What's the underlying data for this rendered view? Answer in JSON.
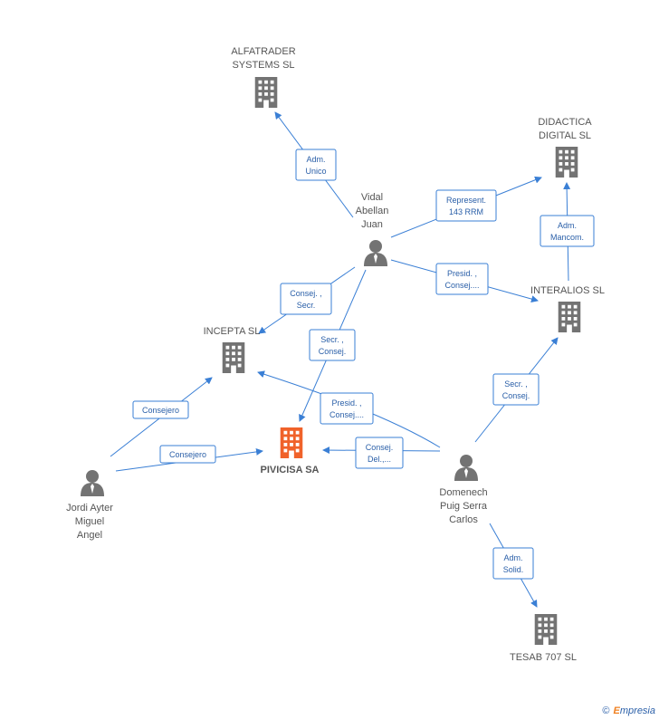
{
  "nodes": {
    "alfatrader": {
      "type": "company",
      "label": [
        "ALFATRADER",
        "SYSTEMS SL"
      ]
    },
    "didactica": {
      "type": "company",
      "label": [
        "DIDACTICA",
        "DIGITAL SL"
      ]
    },
    "vidal": {
      "type": "person",
      "label": [
        "Vidal",
        "Abellan",
        "Juan"
      ]
    },
    "interalios": {
      "type": "company",
      "label": [
        "INTERALIOS SL"
      ]
    },
    "incepta": {
      "type": "company",
      "label": [
        "INCEPTA SL"
      ]
    },
    "pivicisa": {
      "type": "company-main",
      "label": [
        "PIVICISA SA"
      ]
    },
    "jordi": {
      "type": "person",
      "label": [
        "Jordi Ayter",
        "Miguel",
        "Angel"
      ]
    },
    "domenech": {
      "type": "person",
      "label": [
        "Domenech",
        "Puig Serra",
        "Carlos"
      ]
    },
    "tesab": {
      "type": "company",
      "label": [
        "TESAB 707  SL"
      ]
    }
  },
  "relations": [
    {
      "id": "vidal-alfatrader",
      "text": [
        "Adm.",
        "Unico"
      ]
    },
    {
      "id": "vidal-didactica",
      "text": [
        "Represent.",
        "143 RRM"
      ]
    },
    {
      "id": "interalios-didactica",
      "text": [
        "Adm.",
        "Mancom."
      ]
    },
    {
      "id": "vidal-interalios",
      "text": [
        "Presid. ,",
        "Consej...."
      ]
    },
    {
      "id": "vidal-incepta",
      "text": [
        "Consej. ,",
        "Secr."
      ]
    },
    {
      "id": "vidal-pivicisa",
      "text": [
        "Secr. ,",
        "Consej."
      ]
    },
    {
      "id": "domenech-incepta",
      "text": [
        "Presid. ,",
        "Consej...."
      ]
    },
    {
      "id": "domenech-pivicisa",
      "text": [
        "Consej.",
        "Del.,..."
      ]
    },
    {
      "id": "domenech-interalios",
      "text": [
        "Secr. ,",
        "Consej."
      ]
    },
    {
      "id": "jordi-incepta",
      "text": [
        "Consejero"
      ]
    },
    {
      "id": "jordi-pivicisa",
      "text": [
        "Consejero"
      ]
    },
    {
      "id": "domenech-tesab",
      "text": [
        "Adm.",
        "Solid."
      ]
    }
  ],
  "colors": {
    "edge": "#3a7fd5",
    "company": "#737373",
    "main_company": "#f0622a",
    "person": "#737373"
  },
  "footer": {
    "copyright": "©",
    "brand_initial": "E",
    "brand_rest": "mpresia"
  }
}
